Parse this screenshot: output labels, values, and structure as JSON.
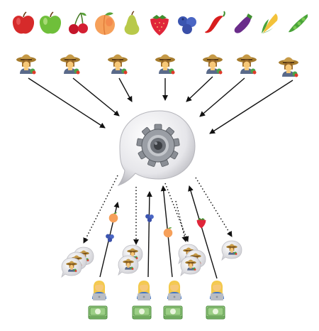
{
  "produce": [
    "apple-red",
    "apple-green",
    "cherries",
    "peach",
    "pear",
    "strawberry",
    "blueberries",
    "hot-pepper",
    "eggplant",
    "corn",
    "pea-pod"
  ],
  "farmers_count": 7,
  "hub": {
    "icon": "gear-icon",
    "container": "speech-bubble"
  },
  "colors": {
    "arrow": "#111111",
    "bubble_light": "#ffffff",
    "bubble_dark": "#b9b9bf",
    "gear": "#8a8e95",
    "gear_dark": "#4e5258"
  },
  "flows": [
    {
      "item": "blueberries"
    },
    {
      "item": "peach"
    },
    {
      "item": "blueberries"
    },
    {
      "item": "peach"
    },
    {
      "item": "strawberry"
    }
  ],
  "consumers_count": 4
}
